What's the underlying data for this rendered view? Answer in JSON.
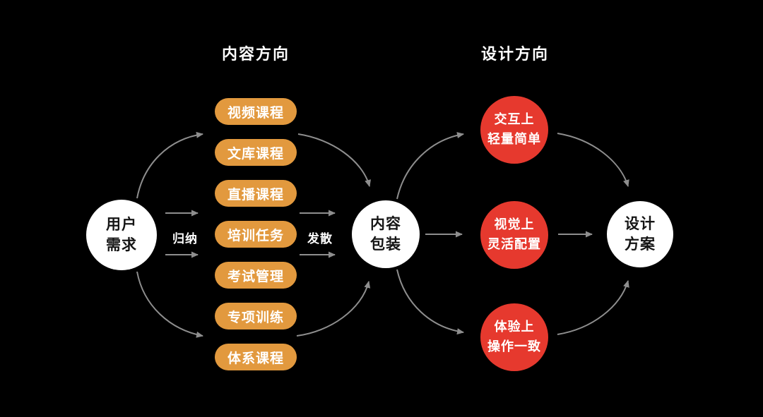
{
  "titles": {
    "content_direction": "内容方向",
    "design_direction": "设计方向"
  },
  "flow": {
    "user_needs": "用户\n需求",
    "induction_label": "归纳",
    "content_items": [
      "视频课程",
      "文库课程",
      "直播课程",
      "培训任务",
      "考试管理",
      "专项训练",
      "体系课程"
    ],
    "divergence_label": "发散",
    "content_packaging": "内容\n包装",
    "design_principles": [
      "交互上\n轻量简单",
      "视觉上\n灵活配置",
      "体验上\n操作一致"
    ],
    "design_plan": "设计\n方案"
  },
  "colors": {
    "bg": "#000000",
    "pill_orange": "#E2993E",
    "circle_red": "#E6392E",
    "node_white": "#FFFFFF",
    "arrow_gray": "#8E8E8E"
  }
}
